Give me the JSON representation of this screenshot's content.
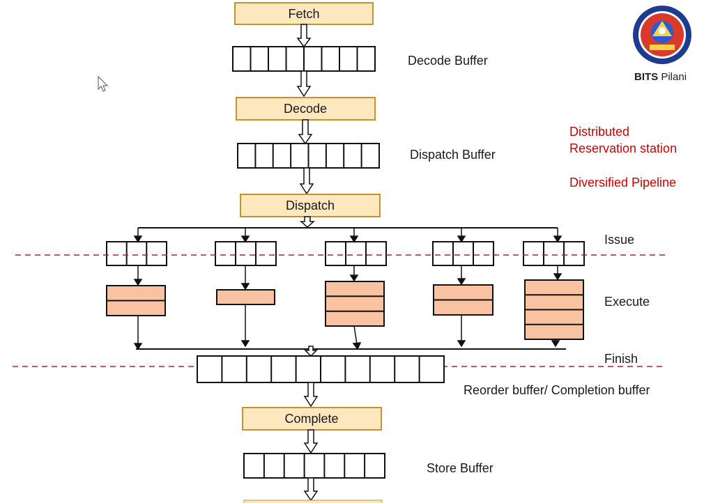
{
  "stages": {
    "fetch": "Fetch",
    "decode": "Decode",
    "dispatch": "Dispatch",
    "complete": "Complete"
  },
  "buffers": {
    "decode": "Decode Buffer",
    "dispatch": "Dispatch Buffer",
    "reorder": "Reorder buffer/ Completion buffer",
    "store": "Store Buffer"
  },
  "phases": {
    "issue": "Issue",
    "execute": "Execute",
    "finish": "Finish"
  },
  "notes": {
    "line1": "Distributed",
    "line2": "Reservation station",
    "line3": "Diversified Pipeline"
  },
  "logo": {
    "bold": "BITS",
    "rest": " Pilani"
  },
  "colors": {
    "stage_fill": "#fde7bf",
    "stage_border": "#c8922a",
    "exec_fill": "#f9c2a0",
    "note_red": "#d10000",
    "dash_red": "#b22222"
  }
}
